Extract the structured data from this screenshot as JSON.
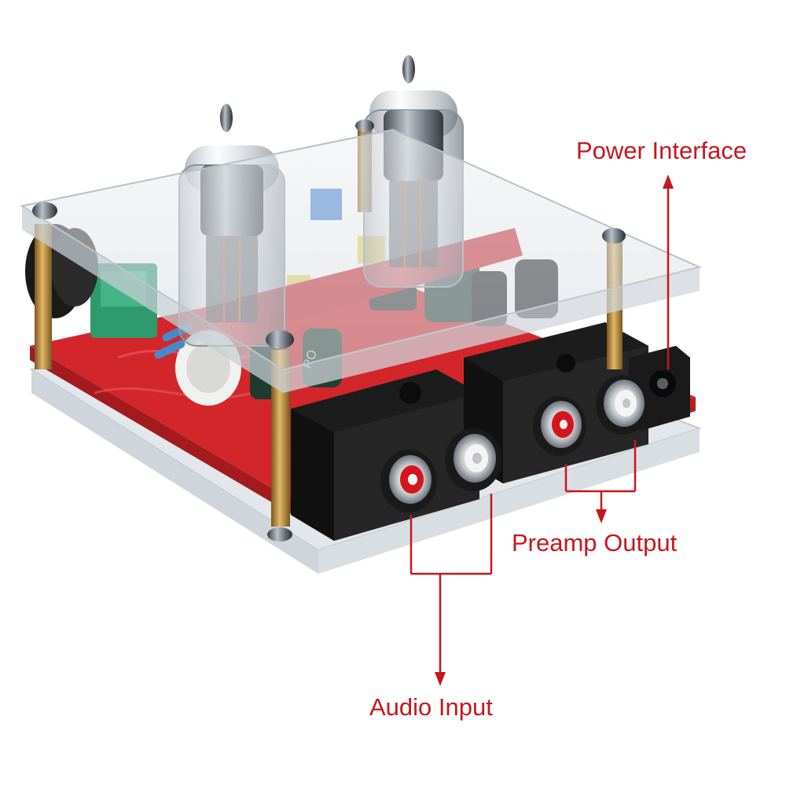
{
  "labels": {
    "power_interface": "Power Interface",
    "preamp_output": "Preamp Output",
    "audio_input": "Audio Input"
  },
  "colors": {
    "annotation": "#c8161d",
    "pcb": "#d3262b",
    "acrylic": "#e6e9ee",
    "jack_body": "#1c1c1c",
    "brass": "#b8893c"
  },
  "icons": [
    "arrow-up-icon",
    "arrow-down-icon"
  ]
}
